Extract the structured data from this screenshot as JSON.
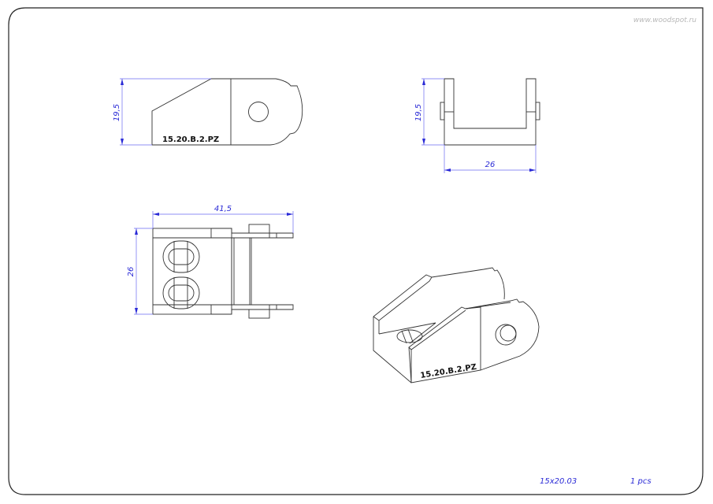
{
  "sheet": {
    "watermark": "www.woodspot.ru",
    "border_color": "#222222",
    "dimension_color": "#2a2ad6"
  },
  "views": {
    "front": {
      "part_label": "15.20.B.2.PZ",
      "dim_height": "19,5"
    },
    "side": {
      "dim_height": "19,5",
      "dim_width": "26"
    },
    "top": {
      "dim_length": "41,5",
      "dim_width": "26"
    },
    "isometric": {
      "part_label": "15.20.B.2.PZ"
    }
  },
  "footer": {
    "part_code": "15x20.03",
    "quantity": "1 pcs"
  }
}
